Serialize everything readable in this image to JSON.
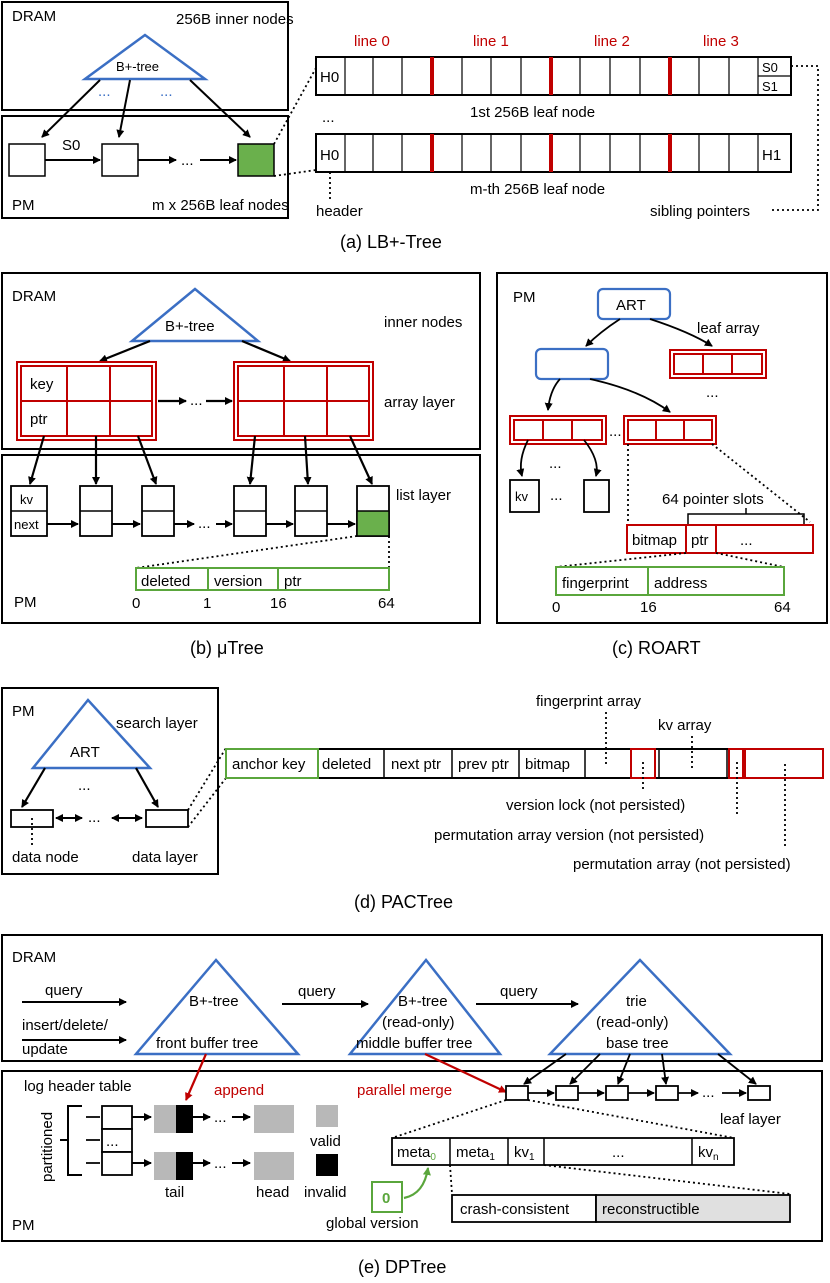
{
  "lbtree": {
    "dram": "DRAM",
    "inner_nodes": "256B inner nodes",
    "btree": "B+-tree",
    "dots_blue": "...",
    "s0": "S0",
    "pm": "PM",
    "leaf_nodes": "m x 256B leaf nodes",
    "dots": "...",
    "lines": [
      "line 0",
      "line 1",
      "line 2",
      "line 3"
    ],
    "h0": "H0",
    "h1": "H1",
    "s1": "S1",
    "first_leaf": "1st 256B leaf node",
    "mth_leaf": "m-th 256B leaf node",
    "header": "header",
    "sibling": "sibling pointers",
    "caption": "(a) LB+-Tree"
  },
  "utree": {
    "dram": "DRAM",
    "btree": "B+-tree",
    "inner_nodes": "inner nodes",
    "key": "key",
    "ptr": "ptr",
    "array_layer": "array layer",
    "dots": "...",
    "kv": "kv",
    "next": "next",
    "list_layer": "list layer",
    "pm": "PM",
    "fields": [
      "deleted",
      "version",
      "ptr"
    ],
    "offsets": [
      "0",
      "1",
      "16",
      "64"
    ],
    "caption": "(b) μTree"
  },
  "roart": {
    "pm": "PM",
    "art": "ART",
    "leaf_array": "leaf array",
    "dots": "...",
    "kv": "kv",
    "slots": "64 pointer slots",
    "bitmap": "bitmap",
    "ptr": "ptr",
    "fingerprint": "fingerprint",
    "address": "address",
    "offsets": [
      "0",
      "16",
      "64"
    ],
    "caption": "(c) ROART"
  },
  "pactree": {
    "pm": "PM",
    "search_layer": "search layer",
    "art": "ART",
    "dots": "...",
    "data_node": "data node",
    "data_layer": "data layer",
    "fields": [
      "anchor key",
      "deleted",
      "next ptr",
      "prev ptr",
      "bitmap"
    ],
    "fingerprint_array": "fingerprint array",
    "kv_array": "kv array",
    "version_lock": "version lock (not persisted)",
    "perm_version": "permutation array version (not persisted)",
    "perm_array": "permutation array (not persisted)",
    "caption": "(d) PACTree"
  },
  "dptree": {
    "dram": "DRAM",
    "query": "query",
    "insert": "insert/delete/",
    "update": "update",
    "btree": "B+-tree",
    "front": "front buffer tree",
    "readonly": "(read-only)",
    "middle": "middle buffer tree",
    "trie": "trie",
    "base": "base tree",
    "log_header": "log header table",
    "append": "append",
    "parallel_merge": "parallel merge",
    "partitioned": "partitioned",
    "dots": "...",
    "valid": "valid",
    "invalid": "invalid",
    "tail": "tail",
    "head": "head",
    "leaf_layer": "leaf layer",
    "meta": "meta",
    "sub0": "0",
    "sub1": "1",
    "kv": "kv",
    "subn": "n",
    "gv_value": "0",
    "global_version": "global version",
    "crash": "crash-consistent",
    "reconstructible": "reconstructible",
    "pm": "PM",
    "caption": "(e) DPTree"
  }
}
